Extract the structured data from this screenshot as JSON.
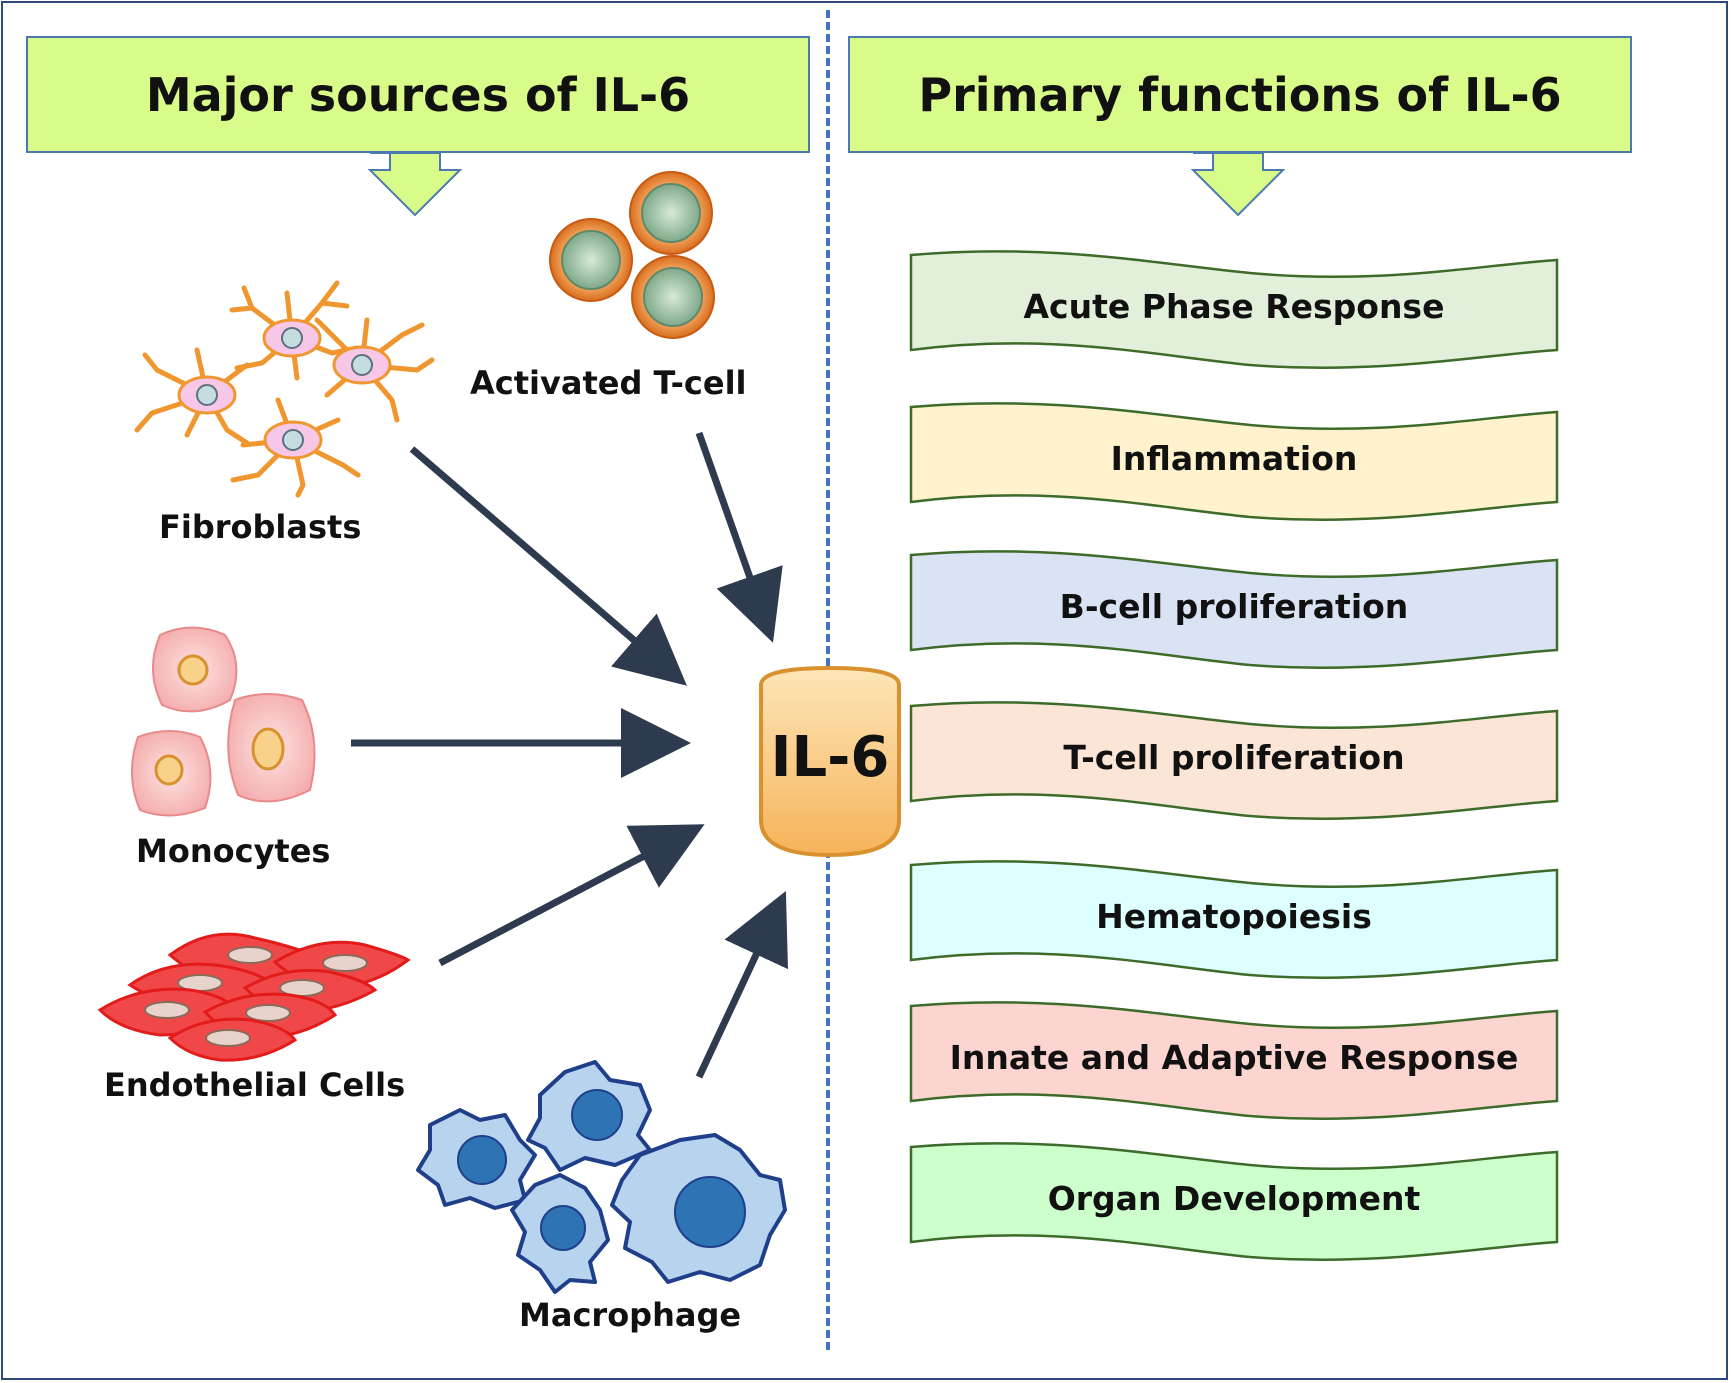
{
  "left_panel": {
    "title": "Major sources of IL-6",
    "sources": [
      {
        "label": "Fibroblasts"
      },
      {
        "label": "Activated T-cell"
      },
      {
        "label": "Monocytes"
      },
      {
        "label": "Endothelial Cells"
      },
      {
        "label": "Macrophage"
      }
    ]
  },
  "center": {
    "label": "IL-6"
  },
  "right_panel": {
    "title": "Primary functions of IL-6",
    "functions": [
      {
        "label": "Acute Phase Response",
        "color": "#e2efda"
      },
      {
        "label": "Inflammation",
        "color": "#fff2cc"
      },
      {
        "label": "B-cell proliferation",
        "color": "#dae3f3"
      },
      {
        "label": "T-cell proliferation",
        "color": "#fbe5d6"
      },
      {
        "label": "Hematopoiesis",
        "color": "#ddfffe"
      },
      {
        "label": "Innate and Adaptive Response",
        "color": "#fcd5d0"
      },
      {
        "label": "Organ Development",
        "color": "#ccffcc"
      }
    ]
  },
  "colors": {
    "header_fill": "#d9fb8a",
    "arrow": "#2e3a4d",
    "divider": "#4472c4",
    "ribbon_border": "#3d6b2a"
  }
}
